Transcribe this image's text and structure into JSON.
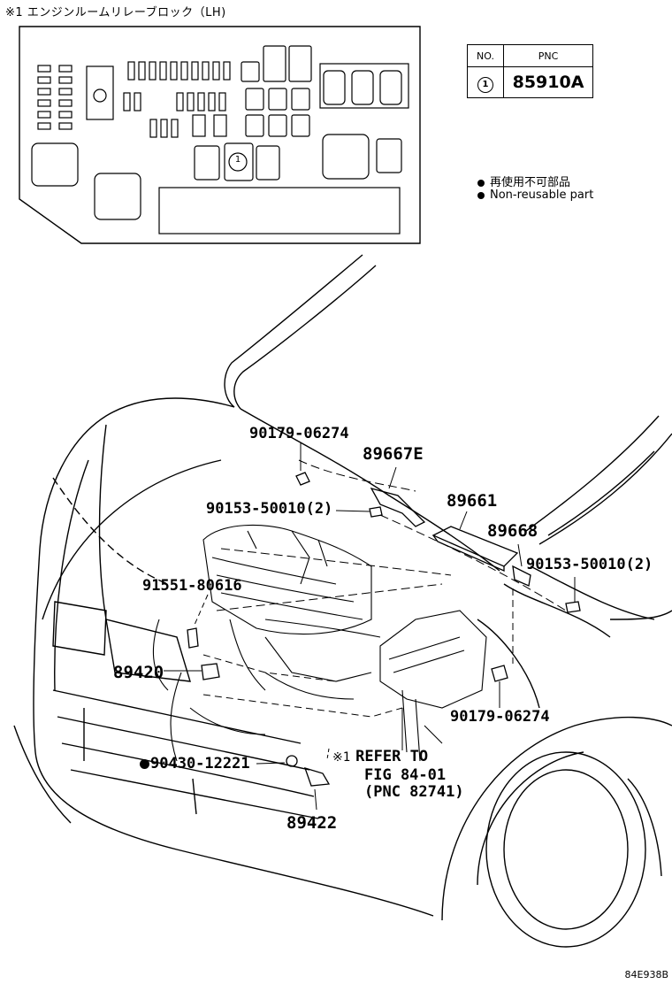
{
  "block_caption": "※1 エンジンルームリレーブロック（LH)",
  "pnc_table": {
    "col_no": "NO.",
    "col_pnc": "PNC",
    "row_no": "1",
    "row_pnc": "85910A"
  },
  "block_fuse_no": "1",
  "legend": {
    "item1": "再使用不可部品",
    "item2": "Non-reusable part"
  },
  "parts": {
    "p90179_top": "90179-06274",
    "p89667E": "89667E",
    "p90153_left": "90153-50010(2)",
    "p89661": "89661",
    "p89668": "89668",
    "p90153_right": "90153-50010(2)",
    "p91551": "91551-80616",
    "p89420": "89420",
    "p90179_bottom": "90179-06274",
    "p90430": "90430-12221",
    "p89422": "89422"
  },
  "refer": {
    "mark": "※1",
    "line1": "REFER TO",
    "line2": "FIG 84-01",
    "line3": "(PNC 82741)"
  },
  "drawing_code": "84E938B"
}
